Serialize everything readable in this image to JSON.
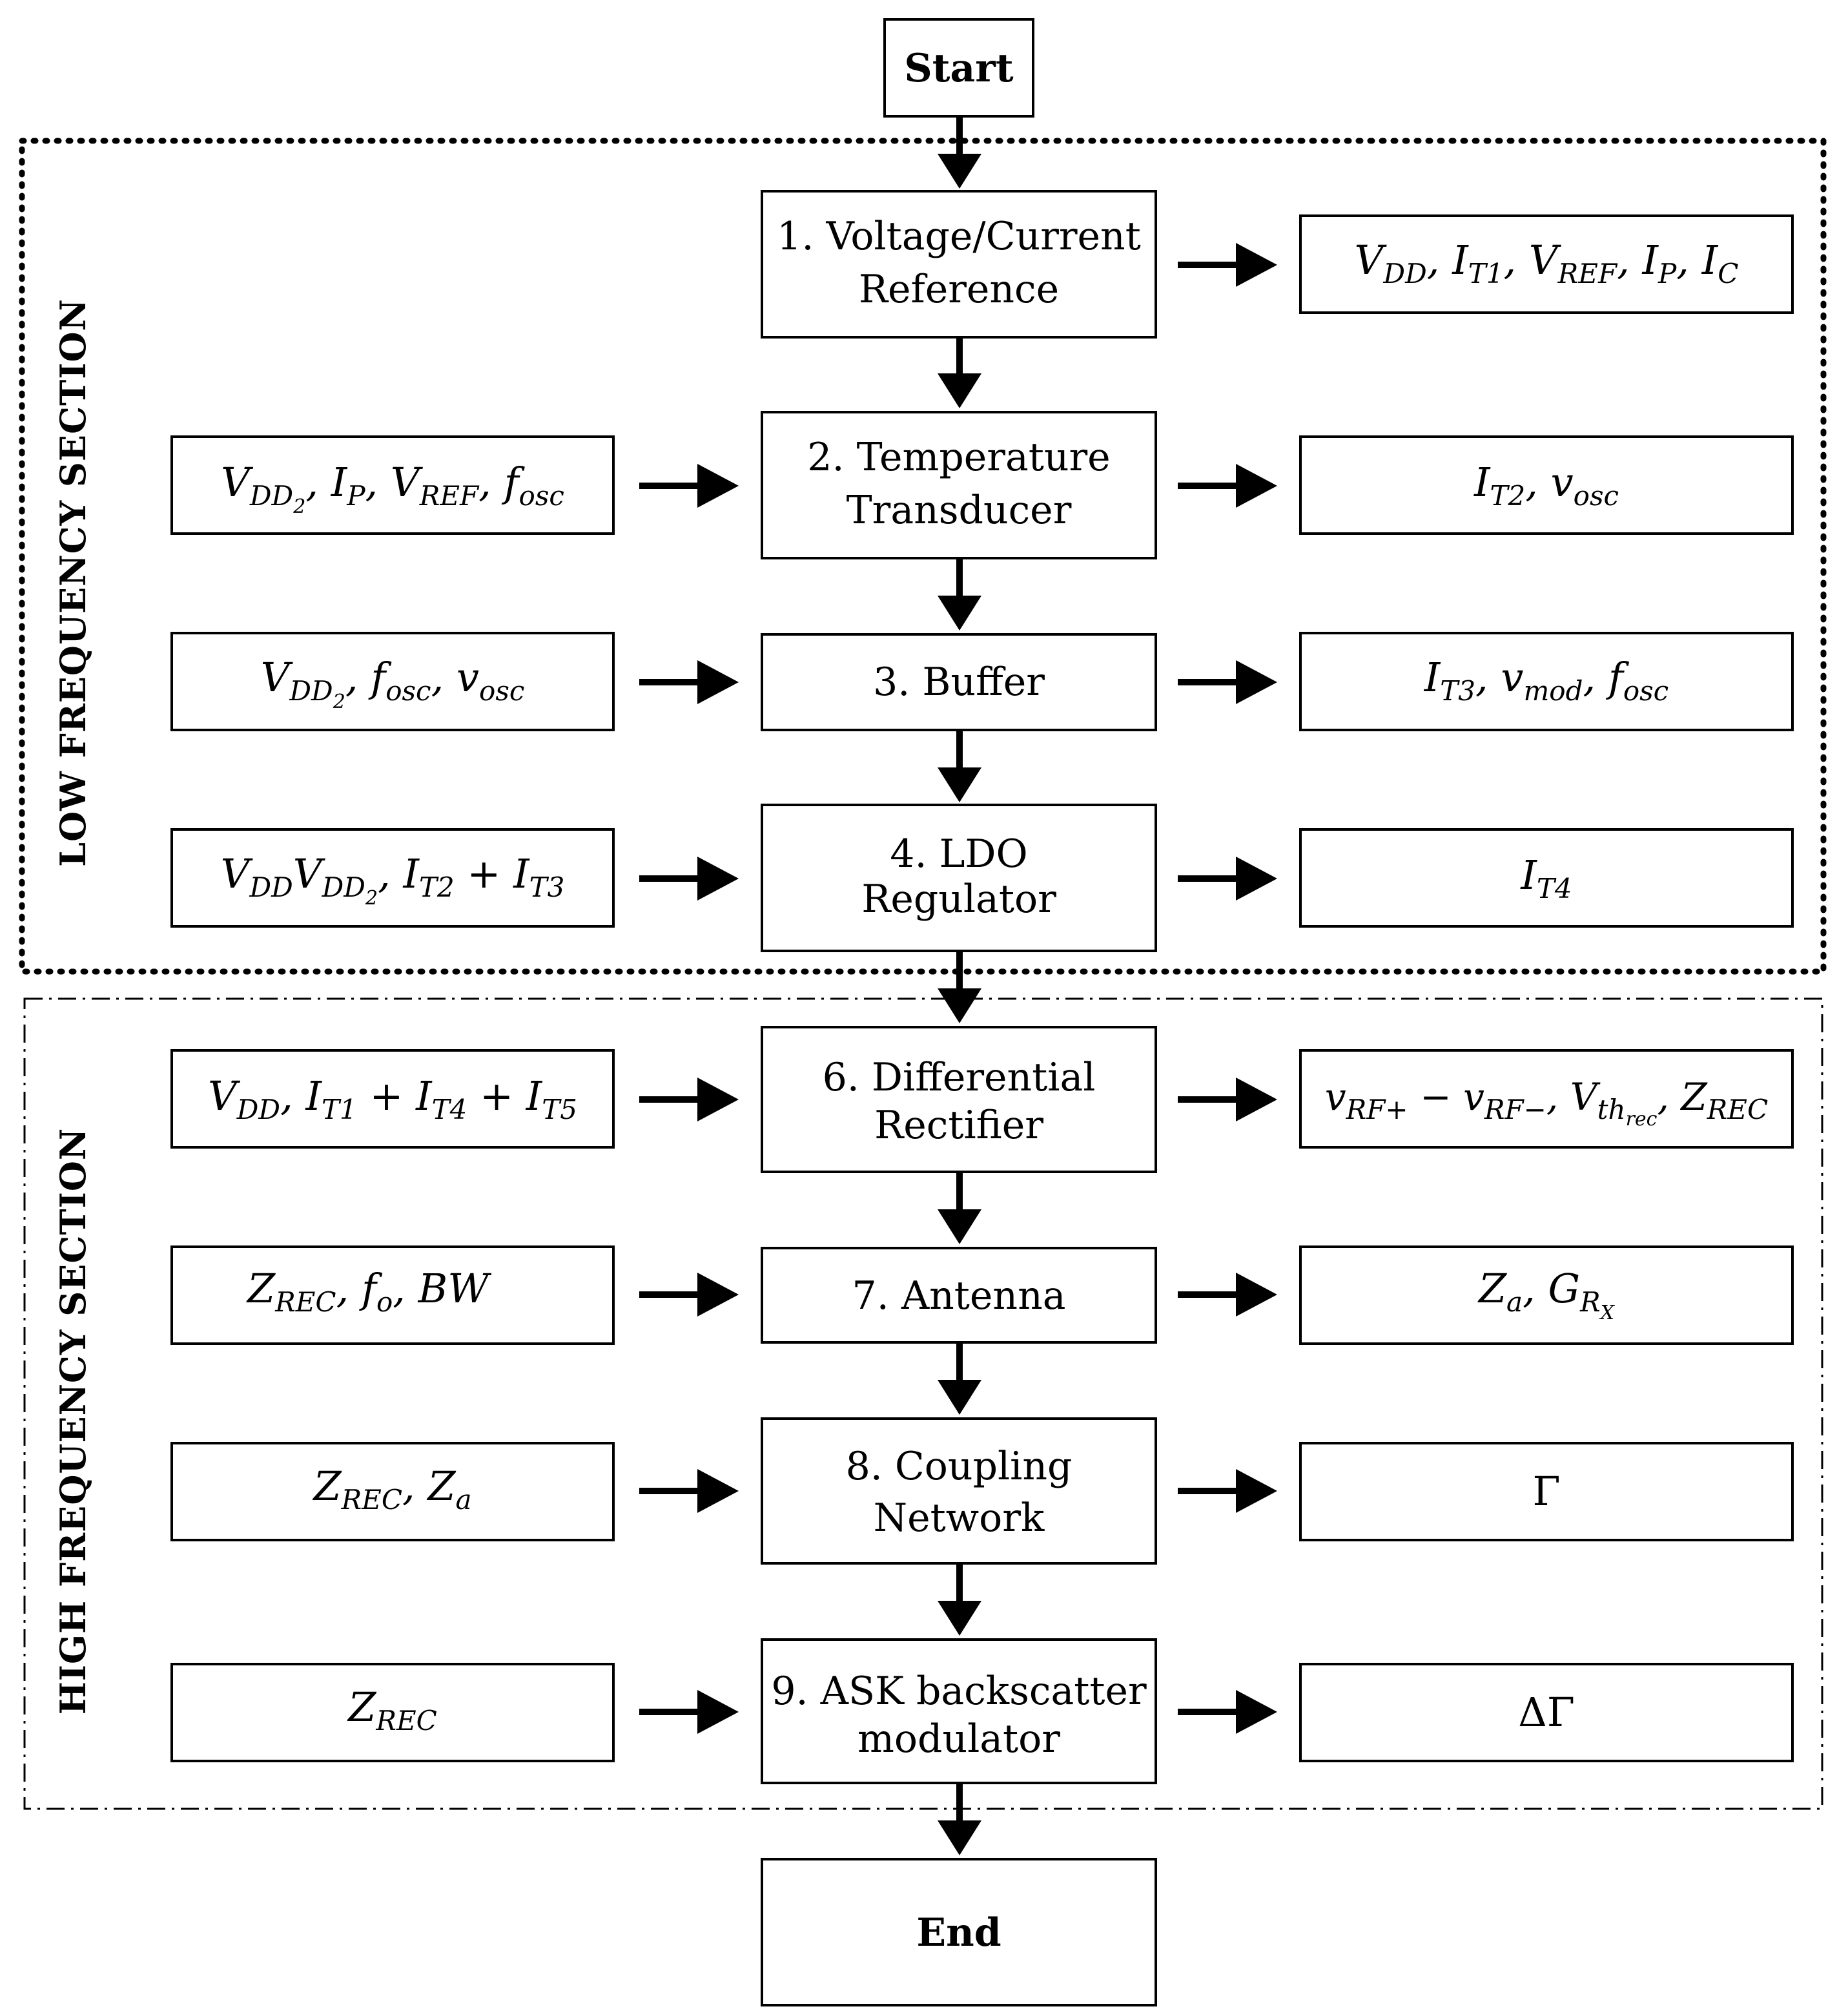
{
  "terminals": {
    "start": "Start",
    "end": "End"
  },
  "sections": {
    "low": "LOW FREQUENCY SECTION",
    "high": "HIGH FREQUENCY SECTION"
  },
  "steps": [
    {
      "line1": "1. Voltage/Current",
      "line2": "Reference"
    },
    {
      "line1": "2. Temperature",
      "line2": "Transducer"
    },
    {
      "line1": "3. Buffer",
      "line2": ""
    },
    {
      "line1": "4. LDO",
      "line2": "Regulator"
    },
    {
      "line1": "6. Differential",
      "line2": "Rectifier"
    },
    {
      "line1": "7. Antenna",
      "line2": ""
    },
    {
      "line1": "8. Coupling",
      "line2": "Network"
    },
    {
      "line1": "9. ASK backscatter",
      "line2": "modulator"
    }
  ],
  "inputs": [
    "",
    "V_DD2, I_P, V_REF, f_osc",
    "V_DD2, f_osc, v_osc",
    "V_DD V_DD2, I_T2 + I_T3",
    "V_DD, I_T1 + I_T4 + I_T5",
    "Z_REC, f_o, BW",
    "Z_REC, Z_a",
    "Z_REC"
  ],
  "outputs": [
    "V_DD, I_T1, V_REF, I_P, I_C",
    "I_T2, v_osc",
    "I_T3, v_mod, f_osc",
    "I_T4",
    "v_RF+ − v_RF−, V_threc, Z_REC",
    "Z_a, G_RX",
    "Γ",
    "ΔΓ"
  ]
}
